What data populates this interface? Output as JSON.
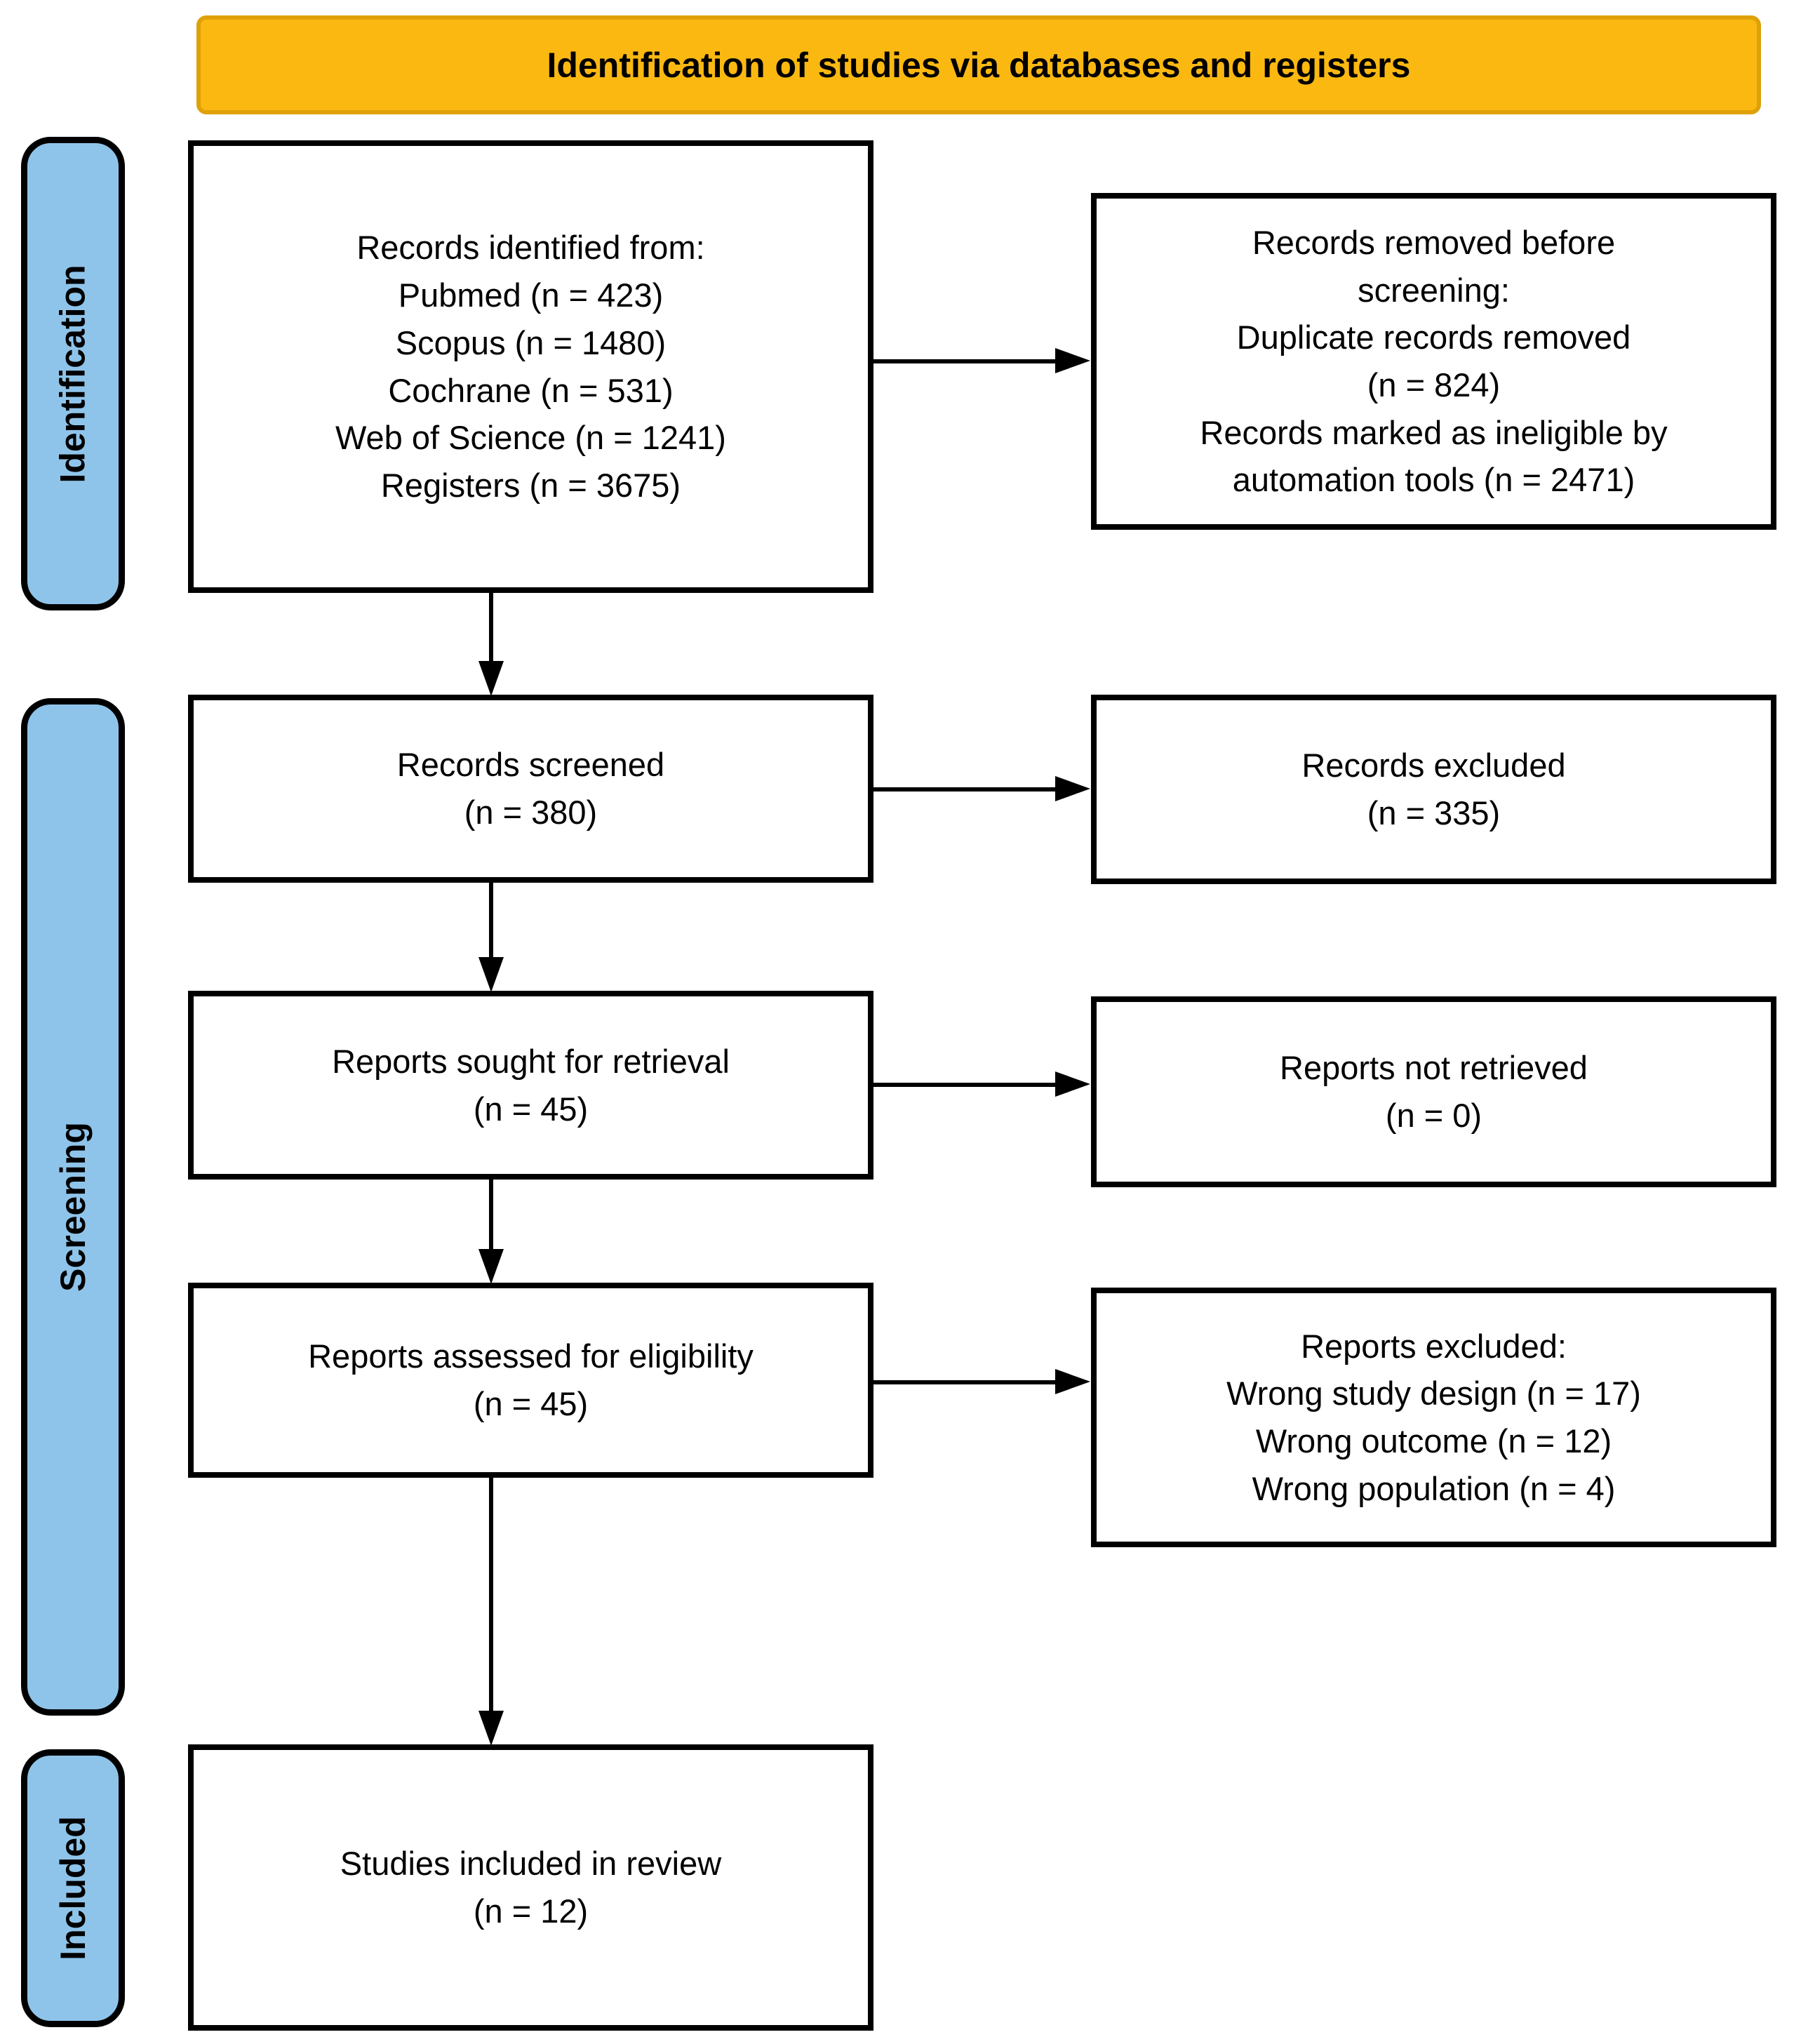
{
  "banner": {
    "title": "Identification of studies via databases and registers"
  },
  "sidebar": {
    "identification": "Identification",
    "screening": "Screening",
    "included": "Included"
  },
  "colors": {
    "banner_fill": "#FBB811",
    "banner_border": "#DFA109",
    "stage_fill": "#8FC4EA",
    "box_border": "#000000",
    "text": "#000000"
  },
  "boxes": {
    "identified": {
      "lines": [
        "Records identified from:",
        "Pubmed (n = 423)",
        "Scopus (n = 1480)",
        "Cochrane (n = 531)",
        "Web of Science (n = 1241)",
        "Registers (n = 3675)"
      ]
    },
    "removed_before_screening": {
      "lines": [
        "Records removed before",
        "screening:",
        "Duplicate records removed",
        "(n = 824)",
        "Records marked as ineligible by",
        "automation tools (n = 2471)"
      ]
    },
    "records_screened": {
      "lines": [
        "Records screened",
        "(n = 380)"
      ]
    },
    "records_excluded": {
      "lines": [
        "Records excluded",
        "(n = 335)"
      ]
    },
    "reports_sought": {
      "lines": [
        "Reports sought for retrieval",
        "(n = 45)"
      ]
    },
    "reports_not_retrieved": {
      "lines": [
        "Reports not retrieved",
        "(n = 0)"
      ]
    },
    "reports_assessed": {
      "lines": [
        "Reports assessed for eligibility",
        "(n = 45)"
      ]
    },
    "reports_excluded": {
      "lines": [
        "Reports excluded:",
        "Wrong study design (n = 17)",
        "Wrong outcome (n = 12)",
        "Wrong population (n = 4)"
      ]
    },
    "studies_included": {
      "lines": [
        "Studies included in review",
        "(n = 12)"
      ]
    }
  }
}
